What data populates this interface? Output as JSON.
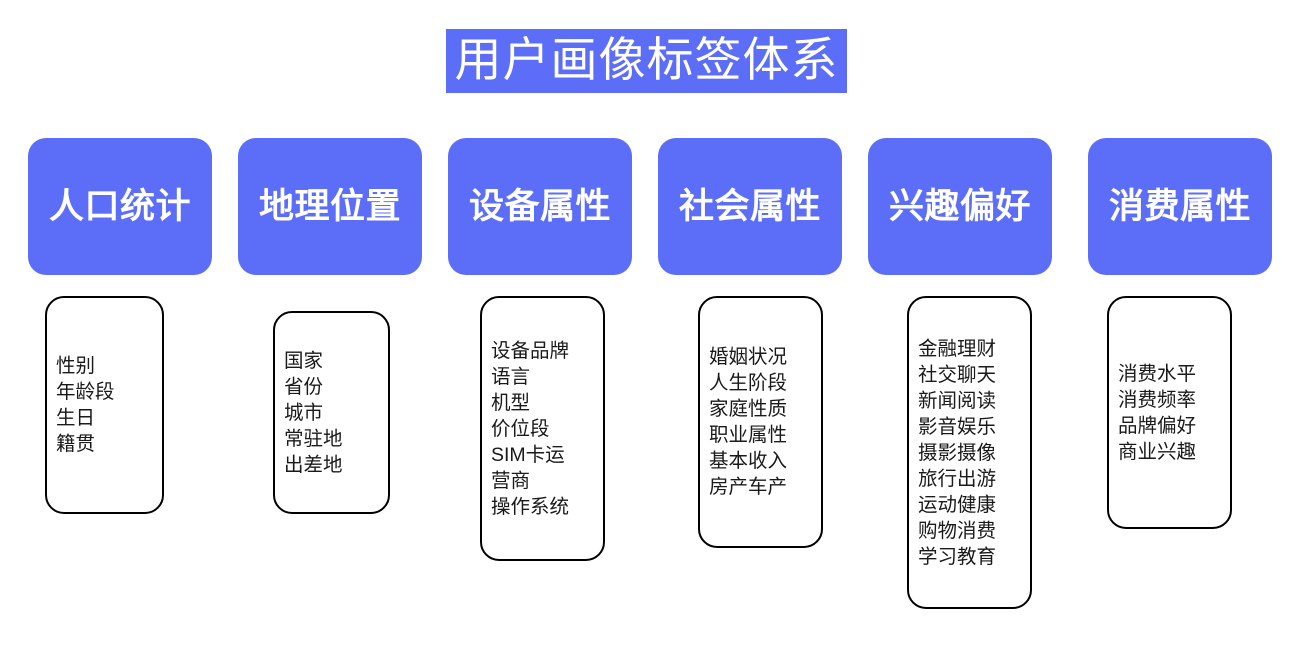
{
  "title": "用户画像标签体系",
  "theme": {
    "accent": "#5c6ef8",
    "title_text_color": "#ffffff",
    "box_border_color": "#000000",
    "box_fill_color": "#ffffff",
    "page_background": "#ffffff",
    "item_text_color": "#1a1a1a"
  },
  "columns": [
    {
      "header": "人口统计",
      "items": [
        "性别",
        "年龄段",
        "生日",
        "籍贯"
      ]
    },
    {
      "header": "地理位置",
      "items": [
        "国家",
        "省份",
        "城市",
        "常驻地",
        "出差地"
      ]
    },
    {
      "header": "设备属性",
      "items": [
        "设备品牌",
        "语言",
        "机型",
        "价位段",
        "SIM卡运",
        "营商",
        "操作系统"
      ]
    },
    {
      "header": "社会属性",
      "items": [
        "婚姻状况",
        "人生阶段",
        "家庭性质",
        "职业属性",
        "基本收入",
        "房产车产"
      ]
    },
    {
      "header": "兴趣偏好",
      "items": [
        "金融理财",
        "社交聊天",
        "新闻阅读",
        "影音娱乐",
        "摄影摄像",
        "旅行出游",
        "运动健康",
        "购物消费",
        "学习教育"
      ]
    },
    {
      "header": "消费属性",
      "items": [
        "消费水平",
        "消费频率",
        "品牌偏好",
        "商业兴趣"
      ]
    }
  ]
}
